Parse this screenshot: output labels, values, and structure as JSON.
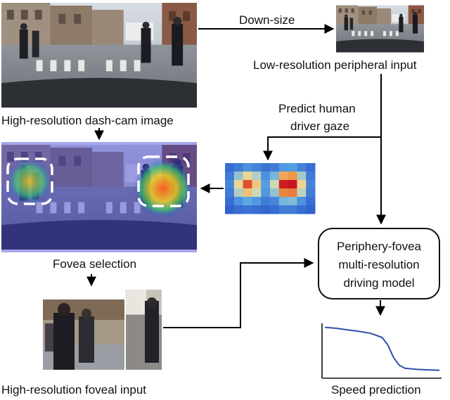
{
  "labels": {
    "downsize": "Down-size",
    "low_res_input": "Low-resolution peripheral input",
    "high_res_image": "High-resolution dash-cam image",
    "predict_gaze_line1": "Predict human",
    "predict_gaze_line2": "driver gaze",
    "fovea_selection": "Fovea selection",
    "high_res_foveal_input": "High-resolution foveal input",
    "model_line1": "Periphery-fovea",
    "model_line2": "multi-resolution",
    "model_line3": "driving model",
    "speed_prediction": "Speed prediction"
  },
  "images": {
    "dashcam": "street-scene-photo",
    "peripheral": "downsized-street-photo",
    "fovea_overlay": "gaze-heatmap-overlay-photo",
    "gaze_map": "predicted-gaze-heatmap",
    "foveal_crops": "pedestrian-crop-photos"
  },
  "gaze_heatmap": {
    "rows": 6,
    "cols": 10,
    "values": [
      [
        0.08,
        0.12,
        0.18,
        0.15,
        0.1,
        0.12,
        0.2,
        0.22,
        0.14,
        0.08
      ],
      [
        0.12,
        0.35,
        0.55,
        0.4,
        0.18,
        0.3,
        0.7,
        0.75,
        0.38,
        0.12
      ],
      [
        0.15,
        0.55,
        0.88,
        0.6,
        0.22,
        0.45,
        0.98,
        1.0,
        0.55,
        0.14
      ],
      [
        0.12,
        0.4,
        0.62,
        0.45,
        0.2,
        0.35,
        0.78,
        0.8,
        0.42,
        0.12
      ],
      [
        0.08,
        0.18,
        0.25,
        0.2,
        0.12,
        0.15,
        0.3,
        0.32,
        0.18,
        0.08
      ],
      [
        0.05,
        0.08,
        0.1,
        0.08,
        0.06,
        0.08,
        0.12,
        0.12,
        0.08,
        0.05
      ]
    ]
  },
  "speed_curve": {
    "x": [
      0,
      0.1,
      0.2,
      0.3,
      0.4,
      0.5,
      0.55,
      0.6,
      0.65,
      0.7,
      0.8,
      0.9,
      1.0
    ],
    "y": [
      0.95,
      0.93,
      0.9,
      0.87,
      0.83,
      0.75,
      0.6,
      0.35,
      0.2,
      0.14,
      0.12,
      0.11,
      0.1
    ]
  },
  "colors": {
    "arrow": "#000000",
    "curve": "#2f4fa8",
    "sky": "#b9c4cf",
    "road": "#8a8f96",
    "building": "#6b5a4e",
    "overlay": "#3a3ad0"
  }
}
